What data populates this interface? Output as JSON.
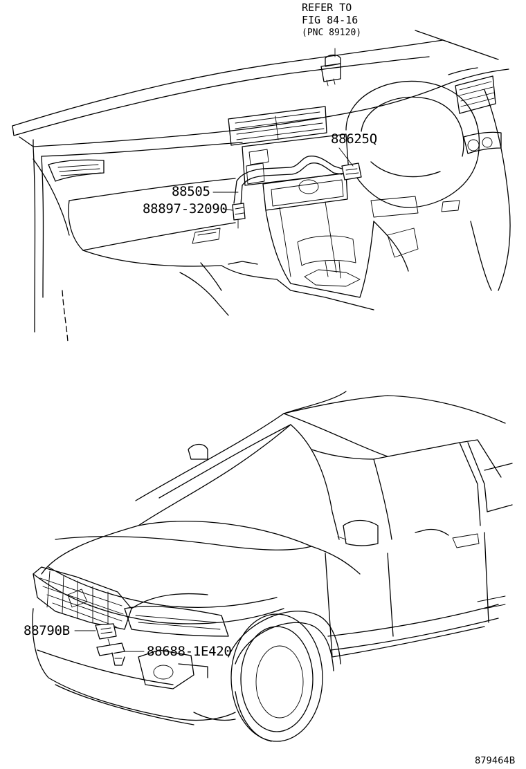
{
  "reference": {
    "line1": "REFER TO",
    "line2": "FIG 84-16",
    "line3": "(PNC 89120)"
  },
  "parts": {
    "p88625q": "88625Q",
    "p88505": "88505",
    "p88897": "88897-32090",
    "p88790b": "88790B",
    "p88688": "88688-1E420"
  },
  "illustration_code": "879464B",
  "colors": {
    "line": "#000000",
    "background": "#ffffff"
  }
}
